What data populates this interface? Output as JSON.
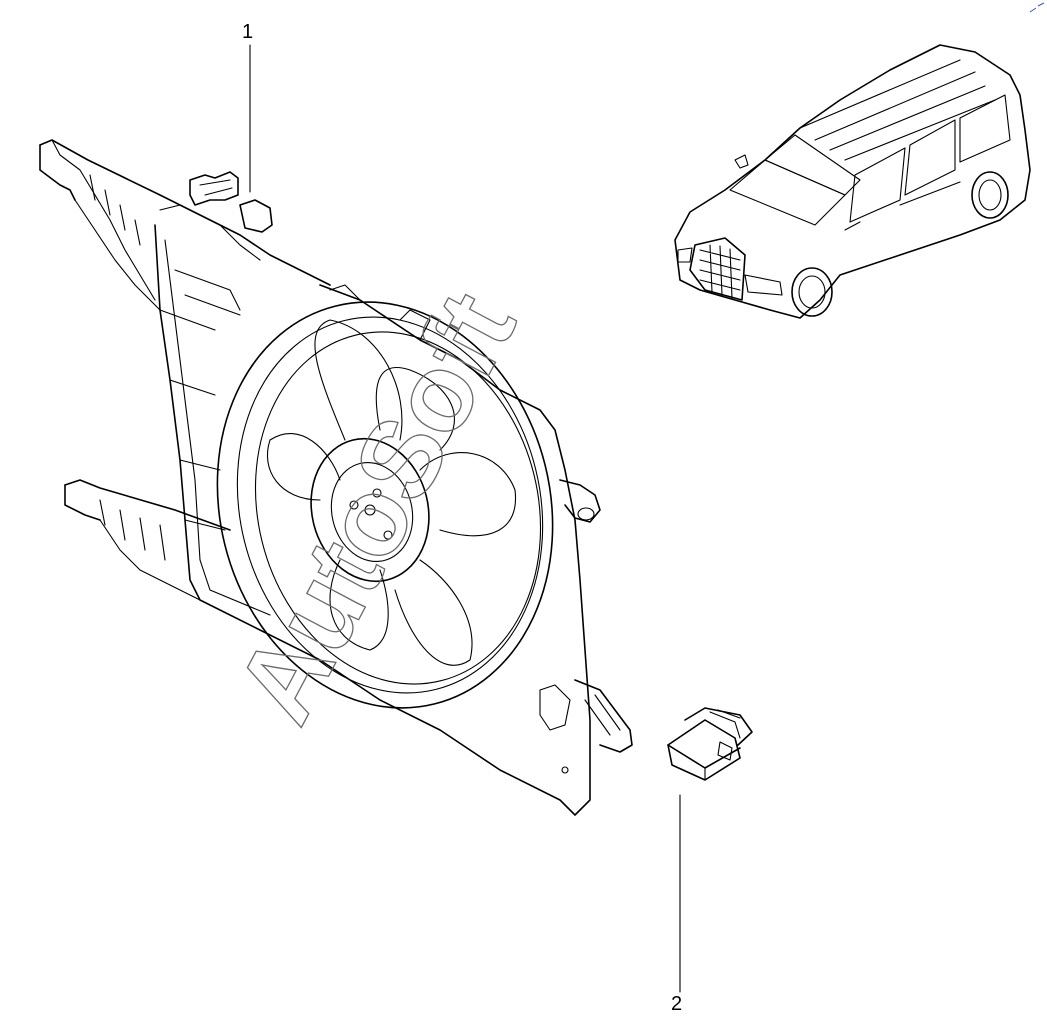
{
  "diagram": {
    "callouts": [
      {
        "id": "1",
        "label": "1"
      },
      {
        "id": "2",
        "label": "2"
      }
    ],
    "watermark": "AutoSoft",
    "colors": {
      "line": "#000000",
      "background": "#ffffff",
      "watermark": "#6a6a6a"
    }
  }
}
